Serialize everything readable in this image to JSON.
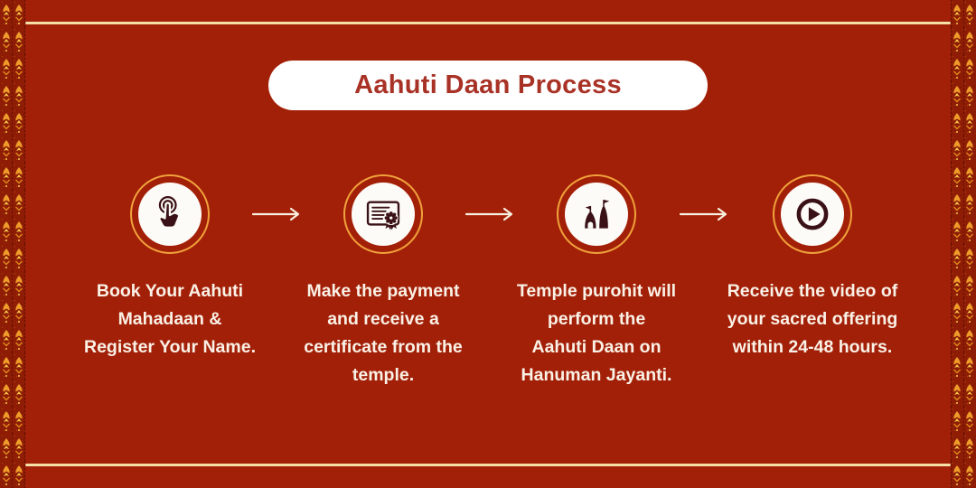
{
  "header": {
    "title": "Aahuti Daan Process"
  },
  "colors": {
    "background": "#A32008",
    "pill_background": "#FFFFFF",
    "title_text": "#A93226",
    "step_text": "#FAF1E6",
    "icon_glyph": "#3A1116",
    "icon_circle": "#FDFBF7",
    "icon_ring_gold": "#F0A23C",
    "divider_line_cream": "#F5DFA6",
    "arrow_color": "#F7F0DF",
    "border_base_red": "#8F1D06",
    "border_gold": "#EF9D2A",
    "border_gold_light": "#F7C94B"
  },
  "steps": [
    {
      "icon": "tap-icon",
      "text": "Book Your Aahuti\nMahadaan &\nRegister Your Name."
    },
    {
      "icon": "certificate-icon",
      "text": "Make the payment\nand receive a\ncertificate from the\ntemple."
    },
    {
      "icon": "temple-icon",
      "text": "Temple purohit will\nperform the\nAahuti Daan on\nHanuman Jayanti."
    },
    {
      "icon": "play-icon",
      "text": "Receive the video of\nyour sacred offering\nwithin 24-48 hours."
    }
  ],
  "flow": {
    "arrow_icon": "right-arrow-icon",
    "arrow_count": 3
  }
}
